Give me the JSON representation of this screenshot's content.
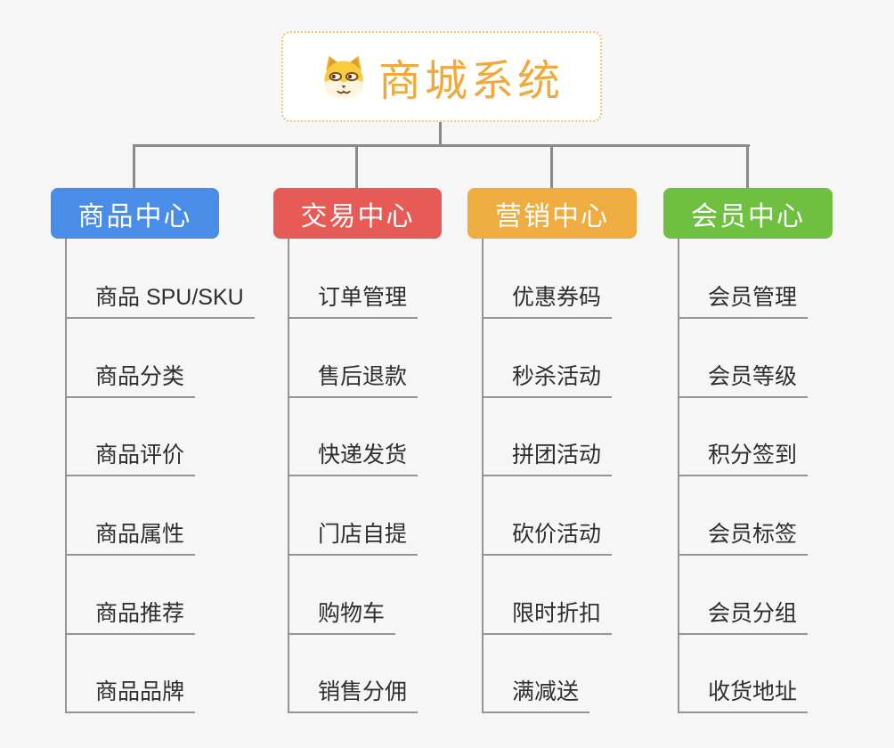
{
  "root": {
    "title": "商城系统",
    "icon": "dog-face-icon",
    "accent_color": "#f0a93c",
    "border_color": "#f2c276"
  },
  "branches": [
    {
      "label": "商品中心",
      "color": "#4a8de8",
      "items": [
        "商品 SPU/SKU",
        "商品分类",
        "商品评价",
        "商品属性",
        "商品推荐",
        "商品品牌"
      ]
    },
    {
      "label": "交易中心",
      "color": "#e75a55",
      "items": [
        "订单管理",
        "售后退款",
        "快递发货",
        "门店自提",
        "购物车",
        "销售分佣"
      ]
    },
    {
      "label": "营销中心",
      "color": "#efad41",
      "items": [
        "优惠券码",
        "秒杀活动",
        "拼团活动",
        "砍价活动",
        "限时折扣",
        "满减送"
      ]
    },
    {
      "label": "会员中心",
      "color": "#6fc040",
      "items": [
        "会员管理",
        "会员等级",
        "积分签到",
        "会员标签",
        "会员分组",
        "收货地址"
      ]
    }
  ]
}
